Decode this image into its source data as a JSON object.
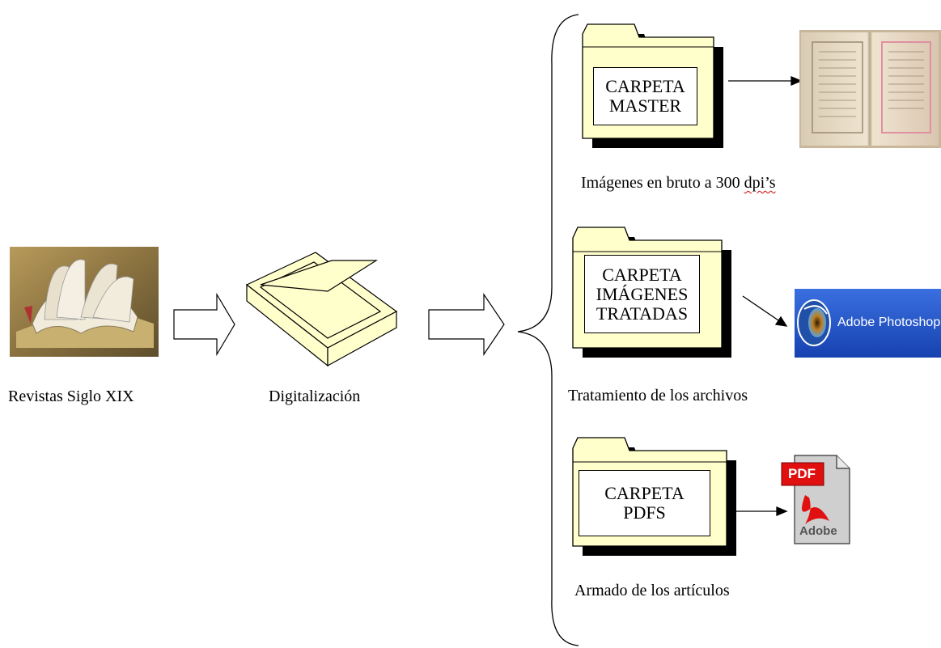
{
  "captions": {
    "revistas": "Revistas Siglo XIX",
    "digitalizacion": "Digitalización",
    "imagenes_bruto_prefix": "Imágenes en bruto a 300 ",
    "imagenes_bruto_suffix": "dpi’s",
    "tratamiento": "Tratamiento de los archivos",
    "armado": "Armado de los artículos"
  },
  "folders": {
    "master": {
      "line1": "CARPETA",
      "line2": "MASTER"
    },
    "tratadas": {
      "line1": "CARPETA",
      "line2": "IMÁGENES",
      "line3": "TRATADAS"
    },
    "pdfs": {
      "line1": "CARPETA",
      "line2": "PDFS"
    }
  },
  "photoshop": {
    "label": "Adobe Photoshop"
  },
  "pdf_icon": {
    "badge": "PDF",
    "brand": "Adobe"
  },
  "colors": {
    "folder_fill": "#ffffcc",
    "scanner_fill": "#ffffcc",
    "photoshop_blue": "#1c50c8",
    "pdf_red": "#e01010"
  },
  "icons": {
    "book_photo": "open-book-photo-icon",
    "scanner": "scanner-icon",
    "photoshop": "adobe-photoshop-icon",
    "pdf": "pdf-file-icon",
    "master_photo": "open-book-pages-icon"
  }
}
